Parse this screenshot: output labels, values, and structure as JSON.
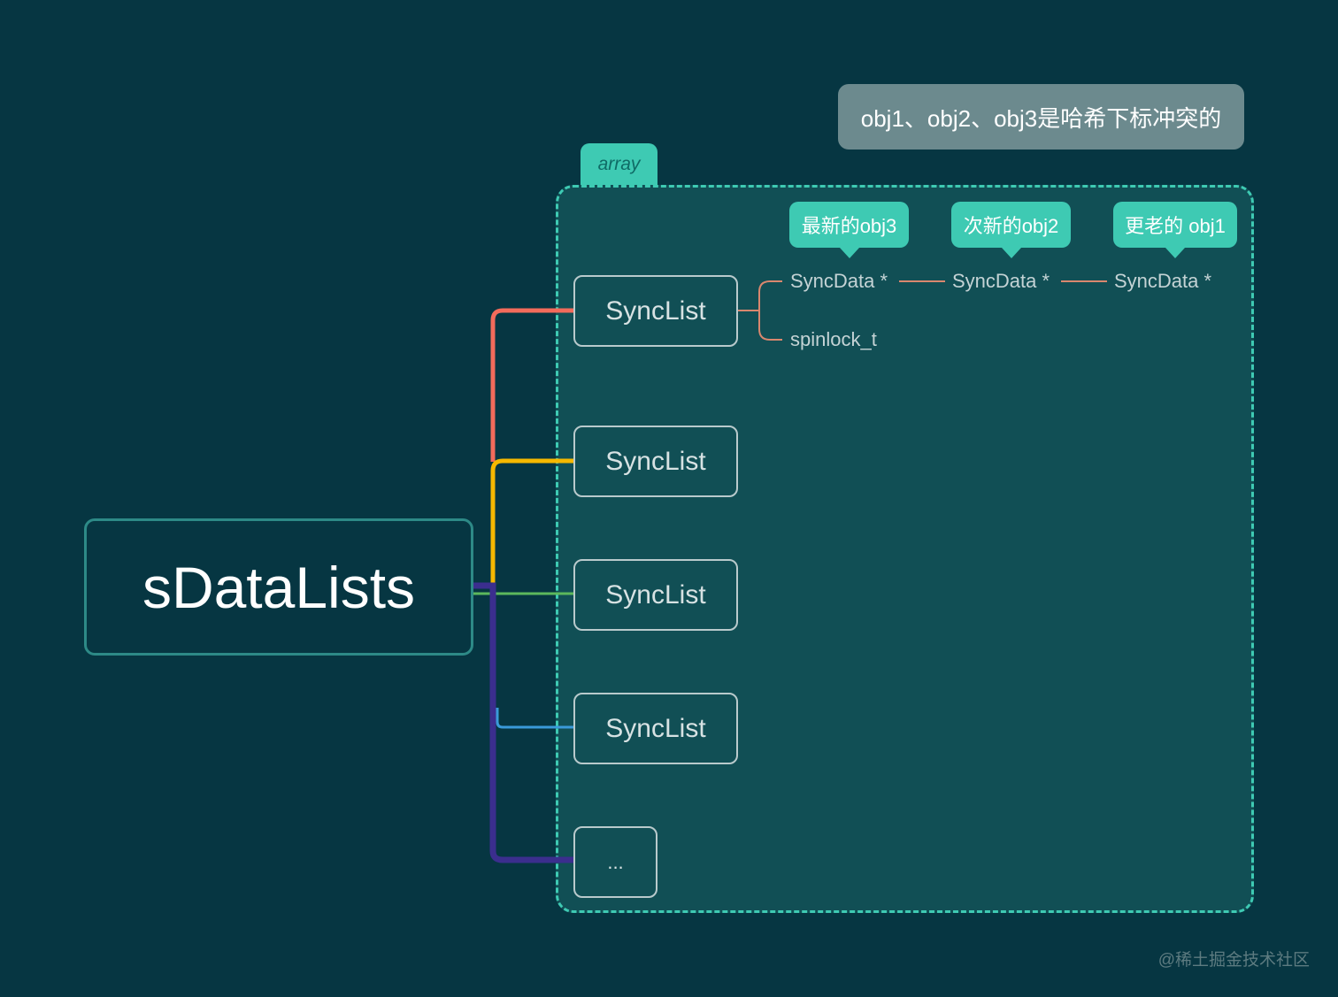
{
  "note": "obj1、obj2、obj3是哈希下标冲突的",
  "array_tab": "array",
  "root": "sDataLists",
  "sync_lists": [
    "SyncList",
    "SyncList",
    "SyncList",
    "SyncList"
  ],
  "more": "...",
  "callouts": [
    "最新的obj3",
    "次新的obj2",
    "更老的 obj1"
  ],
  "sync_data": [
    "SyncData *",
    "SyncData *",
    "SyncData *"
  ],
  "spinlock": "spinlock_t",
  "watermark": "@稀土掘金技术社区",
  "colors": {
    "background": "#063642",
    "array_fill": "#114f55",
    "accent": "#3ecab3",
    "branch_colors": [
      "#f26b5b",
      "#f5b800",
      "#5cb85c",
      "#3a9ad9",
      "#3b2e8e"
    ]
  }
}
